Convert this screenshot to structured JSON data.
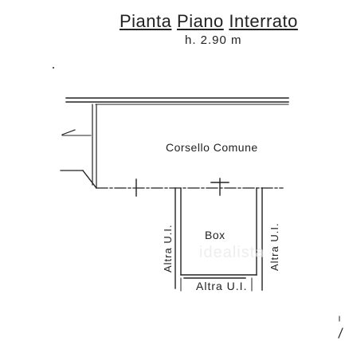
{
  "title": {
    "word1": "Pianta",
    "word2": "Piano",
    "word3": "Interrato"
  },
  "height_label": "h. 2.90 m",
  "labels": {
    "corridor": "Corsello Comune",
    "box": "Box",
    "other_unit_left": "Altra U.I.",
    "other_unit_right": "Altra U.I.",
    "other_unit_bottom": "Altra U.I."
  },
  "watermark": "idealista"
}
